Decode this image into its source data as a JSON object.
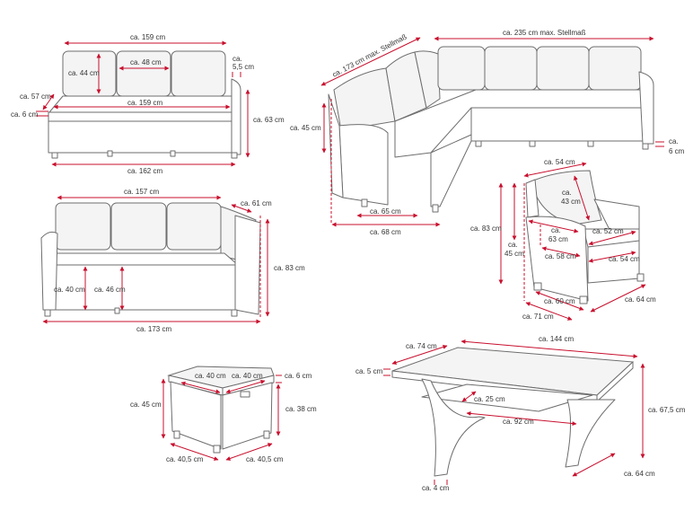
{
  "accent_color": "#c8102e",
  "sofa_3seat": {
    "top_width": "ca. 159 cm",
    "cushion_height": "ca. 44 cm",
    "cushion_width": "ca. 48 cm",
    "armrest_width_line1": "ca.",
    "armrest_width_line2": "5,5 cm",
    "seat_depth": "ca. 57 cm",
    "seat_width": "ca. 159 cm",
    "seat_thickness": "ca. 6 cm",
    "height": "ca. 63 cm",
    "total_width": "ca. 162 cm"
  },
  "corner_sofa": {
    "side_length": "ca. 173 cm max. Stellmaß",
    "long_length": "ca. 235 cm max. Stellmaß",
    "seat_height": "ca. 45 cm",
    "seat_depth": "ca. 65 cm",
    "depth": "ca. 68 cm",
    "cushion_thickness_line1": "ca.",
    "cushion_thickness_line2": "6 cm"
  },
  "sofa_2seat": {
    "width": "ca. 157 cm",
    "arm_depth": "ca. 61 cm",
    "height": "ca. 83 cm",
    "seat_height_a": "ca. 40 cm",
    "seat_height_b": "ca. 46 cm",
    "total_width": "ca. 173 cm"
  },
  "armchair": {
    "top_width": "ca. 54 cm",
    "height": "ca. 83 cm",
    "cushion_height_line1": "ca.",
    "cushion_height_line2": "43 cm",
    "arm_length_line1": "ca.",
    "arm_length_line2": "63 cm",
    "seat_width": "ca. 52 cm",
    "seat_height_line1": "ca.",
    "seat_height_line2": "45 cm",
    "seat_depth": "ca. 58 cm",
    "front_width": "ca. 54 cm",
    "base_depth": "ca. 60 cm",
    "total_width": "ca. 64 cm",
    "total_depth": "ca. 71 cm"
  },
  "stool": {
    "cushion_width": "ca. 40 cm",
    "cushion_depth": "ca. 40 cm",
    "cushion_thickness": "ca. 6 cm",
    "height": "ca. 45 cm",
    "base_height": "ca. 38 cm",
    "width": "ca. 40,5 cm",
    "depth": "ca. 40,5 cm"
  },
  "table": {
    "depth": "ca. 74 cm",
    "length": "ca. 144 cm",
    "top_thickness": "ca. 5 cm",
    "shelf_depth": "ca. 25 cm",
    "shelf_length": "ca. 92 cm",
    "height": "ca. 67,5 cm",
    "foot_depth": "ca. 64 cm",
    "foot_thickness": "ca. 4 cm"
  }
}
